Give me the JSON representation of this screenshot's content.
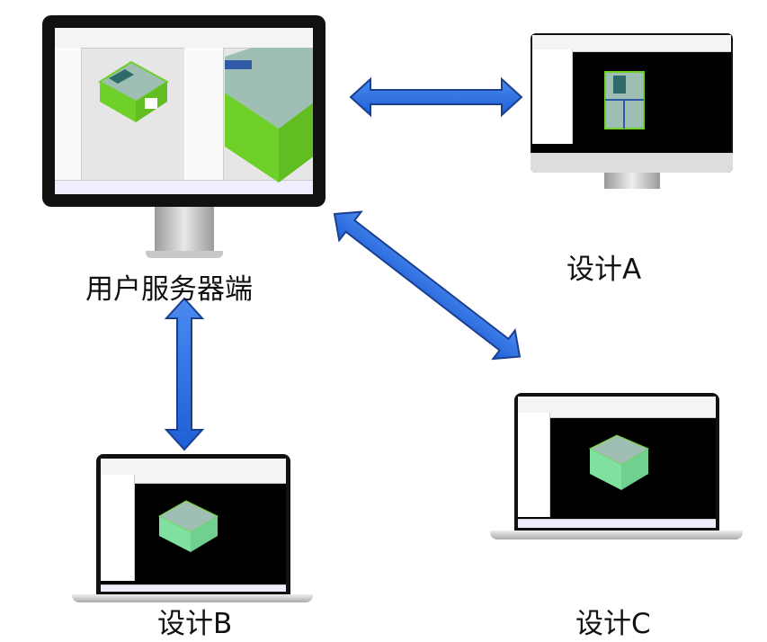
{
  "nodes": {
    "server": {
      "label": "用户服务器端"
    },
    "design_a": {
      "label": "设计A"
    },
    "design_b": {
      "label": "设计B"
    },
    "design_c": {
      "label": "设计C"
    }
  },
  "colors": {
    "arrow": "#2f6fe4",
    "arrow_outline": "#1b3f8f",
    "building_green": "#6fd02a",
    "roof": "#9fbfb5",
    "glass": "#2e5aa8"
  }
}
